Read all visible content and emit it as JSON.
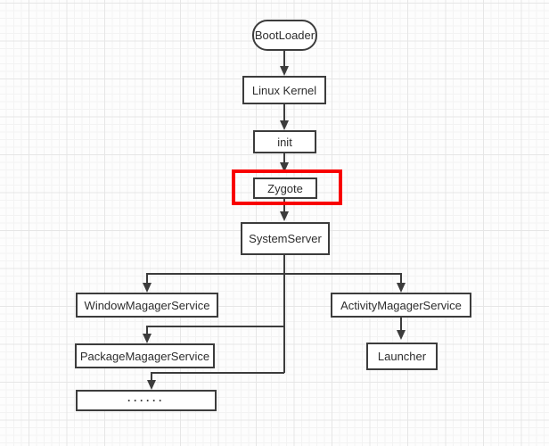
{
  "diagram": {
    "type": "flowchart",
    "subject": "android-boot-sequence",
    "nodes": {
      "bootloader": {
        "label": "BootLoader",
        "shape": "rounded-terminator"
      },
      "linux_kernel": {
        "label": "Linux Kernel",
        "shape": "rectangle"
      },
      "init": {
        "label": "init",
        "shape": "rectangle"
      },
      "zygote": {
        "label": "Zygote",
        "shape": "rectangle",
        "highlighted": true
      },
      "system_server": {
        "label": "SystemServer",
        "shape": "rectangle"
      },
      "window_manager_service": {
        "label": "WindowMagagerService",
        "shape": "rectangle"
      },
      "activity_manager_service": {
        "label": "ActivityMagagerService",
        "shape": "rectangle"
      },
      "package_manager_service": {
        "label": "PackageMagagerService",
        "shape": "rectangle"
      },
      "ellipsis": {
        "label": "······",
        "shape": "rectangle"
      },
      "launcher": {
        "label": "Launcher",
        "shape": "rectangle"
      }
    },
    "edges": [
      {
        "from": "bootloader",
        "to": "linux_kernel"
      },
      {
        "from": "linux_kernel",
        "to": "init"
      },
      {
        "from": "init",
        "to": "zygote"
      },
      {
        "from": "zygote",
        "to": "system_server"
      },
      {
        "from": "system_server",
        "to": "window_manager_service"
      },
      {
        "from": "system_server",
        "to": "activity_manager_service"
      },
      {
        "from": "system_server",
        "to": "package_manager_service"
      },
      {
        "from": "system_server",
        "to": "ellipsis"
      },
      {
        "from": "activity_manager_service",
        "to": "launcher"
      }
    ],
    "colors": {
      "node_border": "#3c3c3c",
      "connector": "#3c3c3c",
      "highlight": "#f80000",
      "background": "#fdfdfd",
      "grid_minor": "#f3f3f3",
      "grid_major": "#e6e6e6",
      "text": "#2d2d2d",
      "node_fill": "#ffffff"
    }
  }
}
